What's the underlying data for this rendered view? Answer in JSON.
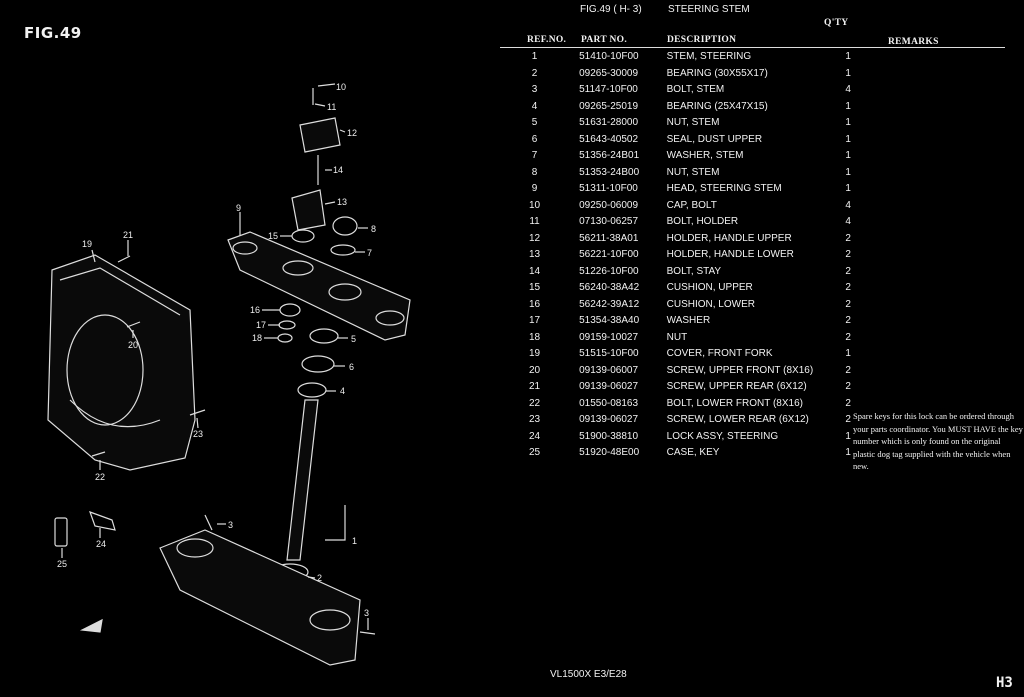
{
  "figure_label": "FIG.49",
  "header": {
    "fig_code": "FIG.49 ( H- 3)",
    "title": "STEERING STEM"
  },
  "columns": {
    "ref": "REF.NO.",
    "part": "PART NO.",
    "desc": "DESCRIPTION",
    "qty": "Q'TY",
    "remarks": "REMARKS"
  },
  "parts": [
    {
      "ref": "1",
      "part": "51410-10F00",
      "desc": "STEM, STEERING",
      "qty": "1"
    },
    {
      "ref": "2",
      "part": "09265-30009",
      "desc": "BEARING (30X55X17)",
      "qty": "1"
    },
    {
      "ref": "3",
      "part": "51147-10F00",
      "desc": "BOLT, STEM",
      "qty": "4"
    },
    {
      "ref": "4",
      "part": "09265-25019",
      "desc": "BEARING (25X47X15)",
      "qty": "1"
    },
    {
      "ref": "5",
      "part": "51631-28000",
      "desc": "NUT, STEM",
      "qty": "1"
    },
    {
      "ref": "6",
      "part": "51643-40502",
      "desc": "SEAL, DUST UPPER",
      "qty": "1"
    },
    {
      "ref": "7",
      "part": "51356-24B01",
      "desc": "WASHER, STEM",
      "qty": "1"
    },
    {
      "ref": "8",
      "part": "51353-24B00",
      "desc": "NUT, STEM",
      "qty": "1"
    },
    {
      "ref": "9",
      "part": "51311-10F00",
      "desc": "HEAD, STEERING STEM",
      "qty": "1"
    },
    {
      "ref": "10",
      "part": "09250-06009",
      "desc": "CAP, BOLT",
      "qty": "4"
    },
    {
      "ref": "11",
      "part": "07130-06257",
      "desc": "BOLT, HOLDER",
      "qty": "4"
    },
    {
      "ref": "12",
      "part": "56211-38A01",
      "desc": "HOLDER, HANDLE UPPER",
      "qty": "2"
    },
    {
      "ref": "13",
      "part": "56221-10F00",
      "desc": "HOLDER, HANDLE LOWER",
      "qty": "2"
    },
    {
      "ref": "14",
      "part": "51226-10F00",
      "desc": "BOLT, STAY",
      "qty": "2"
    },
    {
      "ref": "15",
      "part": "56240-38A42",
      "desc": "CUSHION, UPPER",
      "qty": "2"
    },
    {
      "ref": "16",
      "part": "56242-39A12",
      "desc": "CUSHION, LOWER",
      "qty": "2"
    },
    {
      "ref": "17",
      "part": "51354-38A40",
      "desc": "WASHER",
      "qty": "2"
    },
    {
      "ref": "18",
      "part": "09159-10027",
      "desc": "NUT",
      "qty": "2"
    },
    {
      "ref": "19",
      "part": "51515-10F00",
      "desc": "COVER, FRONT FORK",
      "qty": "1"
    },
    {
      "ref": "20",
      "part": "09139-06007",
      "desc": "SCREW, UPPER FRONT (8X16)",
      "qty": "2"
    },
    {
      "ref": "21",
      "part": "09139-06027",
      "desc": "SCREW, UPPER REAR (6X12)",
      "qty": "2"
    },
    {
      "ref": "22",
      "part": "01550-08163",
      "desc": "BOLT, LOWER FRONT (8X16)",
      "qty": "2"
    },
    {
      "ref": "23",
      "part": "09139-06027",
      "desc": "SCREW, LOWER REAR (6X12)",
      "qty": "2"
    },
    {
      "ref": "24",
      "part": "51900-38810",
      "desc": "LOCK ASSY, STEERING",
      "qty": "1"
    },
    {
      "ref": "25",
      "part": "51920-48E00",
      "desc": "CASE, KEY",
      "qty": "1"
    }
  ],
  "remarks_note": "Spare keys for this lock can be ordered through your parts coordinator. You MUST HAVE the key number which is only found on the original plastic dog tag supplied with the vehicle when new.",
  "callouts": [
    "1",
    "2",
    "3",
    "4",
    "5",
    "6",
    "7",
    "8",
    "9",
    "10",
    "11",
    "12",
    "13",
    "14",
    "15",
    "16",
    "17",
    "18",
    "19",
    "20",
    "21",
    "22",
    "23",
    "24",
    "25"
  ],
  "footer": {
    "model": "VL1500X  E3/E28",
    "page": "H3"
  }
}
